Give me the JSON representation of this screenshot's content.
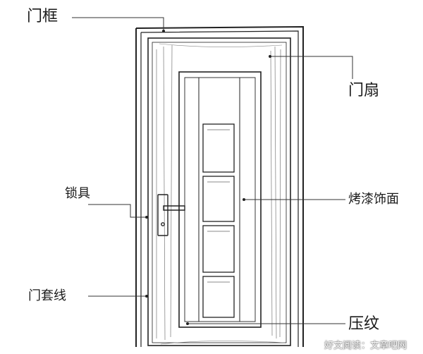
{
  "labels": {
    "door_frame": "门框",
    "door_leaf": "门扇",
    "lock": "锁具",
    "lacquer_panel": "烤漆饰面",
    "casing_trim": "门套线",
    "pressed_pattern": "压纹"
  },
  "watermark": "好文阅读：文章吧网"
}
